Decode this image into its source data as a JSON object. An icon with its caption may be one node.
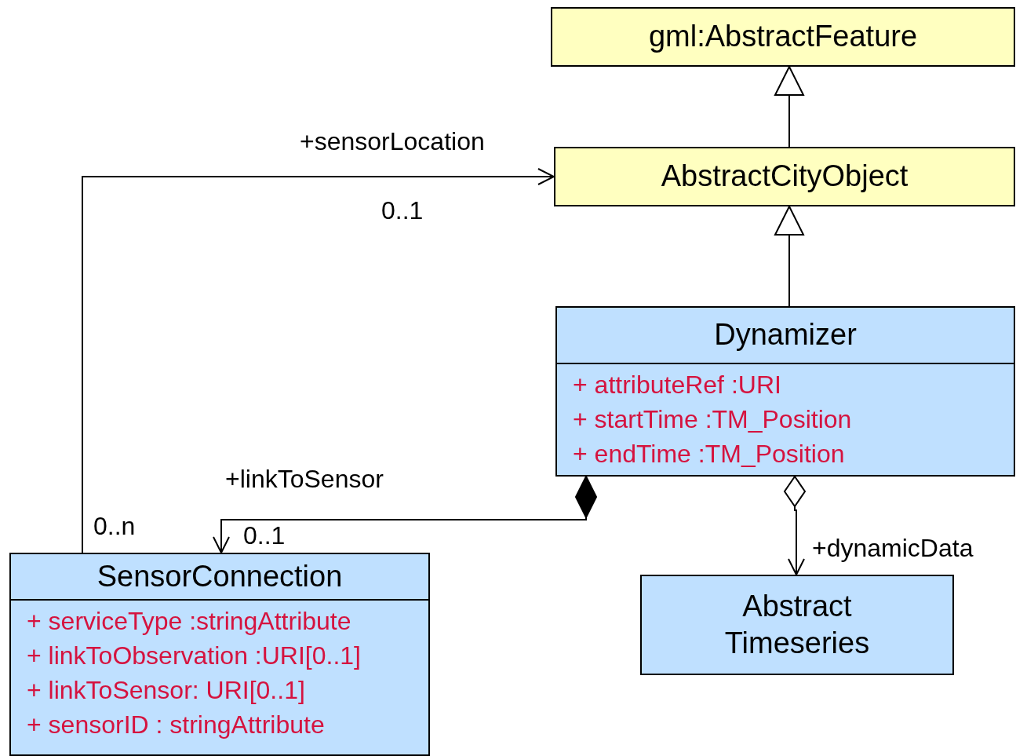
{
  "diagram": {
    "nodes": [
      {
        "text": [
          "gml:AbstractFeature"
        ]
      },
      {
        "text": [
          "AbstractCityObject"
        ]
      },
      {
        "text": [
          "Dynamizer",
          "+ attributeRef :URI",
          "+ startTime :TM_Position",
          "+ endTime :TM_Position"
        ]
      },
      {
        "text": [
          "SensorConnection",
          "+ serviceType :stringAttribute",
          "+ linkToObservation :URI[0..1]",
          "+ linkToSensor: URI[0..1]",
          "+ sensorID : stringAttribute"
        ]
      },
      {
        "text": [
          "Abstract Timeseries"
        ]
      }
    ],
    "edges": [
      {
        "from": 1,
        "to": 0,
        "arrow": "to"
      },
      {
        "from": 2,
        "to": 1,
        "arrow": "to"
      },
      {
        "from": 3,
        "to": 1,
        "arrow": "to",
        "label": "+sensorLocation"
      },
      {
        "from": 2,
        "to": 3,
        "arrow": "to",
        "label": "+linkToSensor"
      },
      {
        "from": 2,
        "to": 4,
        "arrow": "to",
        "label": "+dynamicData"
      }
    ],
    "labels": [
      "0..1",
      "0..n",
      "0..1"
    ]
  }
}
